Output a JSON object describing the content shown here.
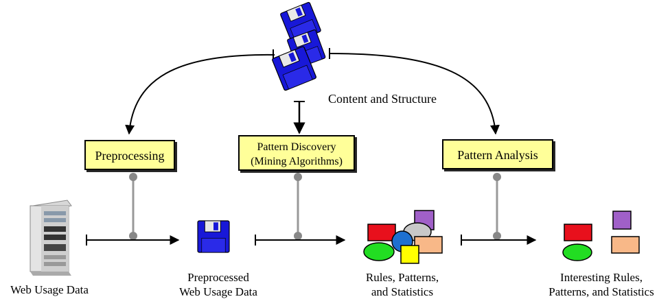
{
  "stages": {
    "preprocessing": "Preprocessing",
    "pattern_discovery_line1": "Pattern Discovery",
    "pattern_discovery_line2": "(Mining Algorithms)",
    "pattern_analysis": "Pattern Analysis"
  },
  "inputs": {
    "content_structure": "Content and Structure"
  },
  "data_labels": {
    "web_usage": "Web Usage Data",
    "preprocessed_line1": "Preprocessed",
    "preprocessed_line2": "Web Usage Data",
    "rules_line1": "Rules, Patterns,",
    "rules_line2": "and Statistics",
    "interesting_line1": "Interesting Rules,",
    "interesting_line2": "Patterns, and Statistics"
  },
  "colors": {
    "box_fill": "#ffff99",
    "disk_blue": "#1818d8",
    "red": "#e8101c",
    "green": "#22dd22",
    "purple": "#a060c8",
    "peach": "#f8b888",
    "yellow": "#ffff00",
    "gray_oval": "#c8c8c8",
    "blue_circle": "#1e70d0"
  },
  "icons": [
    "floppy-stack-icon",
    "server-icon",
    "floppy-disk-icon"
  ]
}
